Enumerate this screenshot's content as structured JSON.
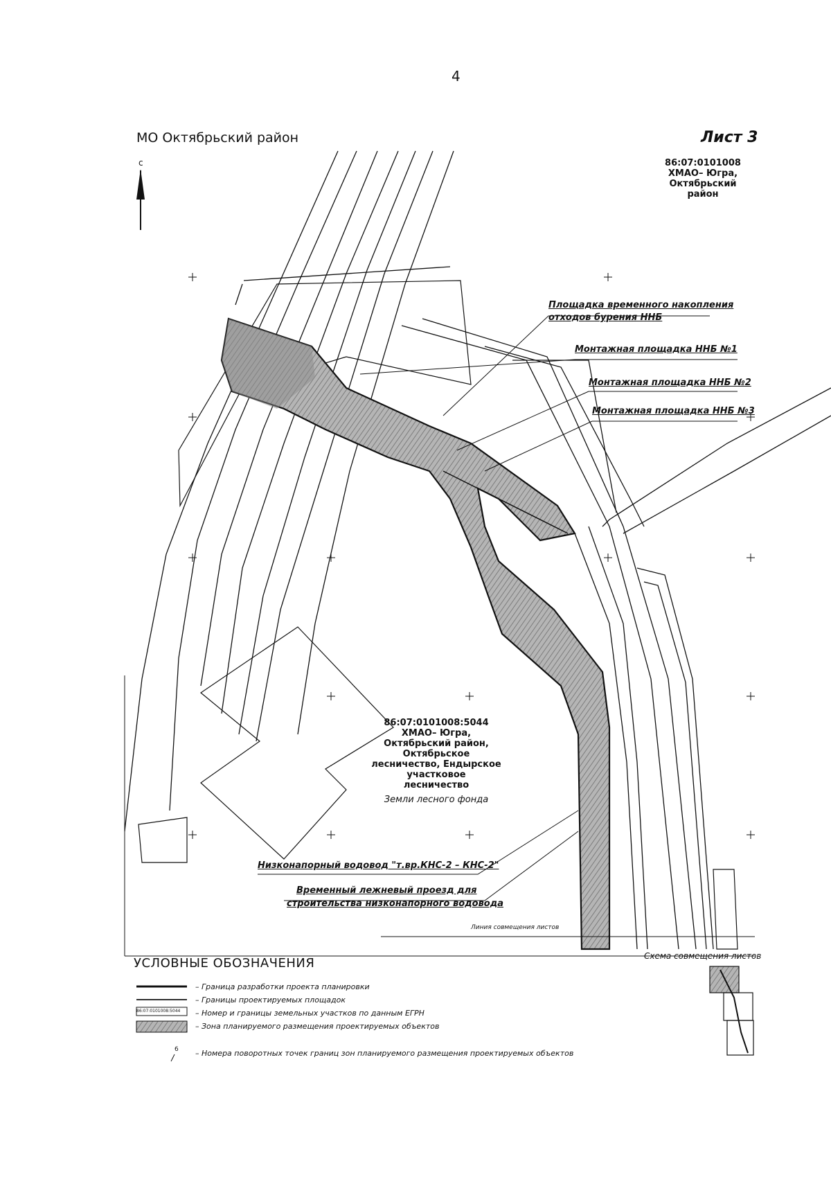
{
  "page_number": "4",
  "district": "МО Октябрьский район",
  "sheet_label": "Лист 3",
  "north_label": "с",
  "cadastral_quarter": {
    "lines": [
      "86:07:0101008",
      "ХМАО– Югра,",
      "Октябрьский",
      "район"
    ]
  },
  "cadastral_parcel": {
    "lines": [
      "86:07:0101008:5044",
      "ХМАО– Югра,",
      "Октябрьский район,",
      "Октябрьское",
      "лесничество, Ендырское",
      "участковое",
      "лесничество"
    ],
    "land_category": "Земли лесного фонда"
  },
  "callouts": {
    "waste_site_line1": "Площадка временного накопления",
    "waste_site_line2": "отходов бурения ННБ",
    "site1": "Монтажная площадка ННБ №1",
    "site2": "Монтажная площадка ННБ №2",
    "site3": "Монтажная площадка ННБ №3",
    "pipeline": "Низконапорный водовод \"т.вр.КНС-2 – КНС-2\"",
    "road_line1": "Временный лежневый проезд для",
    "road_line2": "строительства низконапорного водовода"
  },
  "sheet_join_line": "Линия совмещения листов",
  "legend": {
    "title": "УСЛОВНЫЕ ОБОЗНАЧЕНИЯ",
    "scheme_title": "Схема совмещения листов",
    "symbol_parcel_label": "86:07:0101008:5044",
    "symbol_point_label": "6",
    "items": [
      "– Граница разработки проекта планировки",
      "– Границы проектируемых площадок",
      "– Номер и границы земельных участков по данным ЕГРН",
      "– Зона планируемого размещения проектируемых объектов",
      "– Номера поворотных точек границ зон планируемого размещения проектируемых объектов"
    ]
  },
  "colors": {
    "ink": "#111111",
    "zone_fill": "#9a9a9a"
  }
}
